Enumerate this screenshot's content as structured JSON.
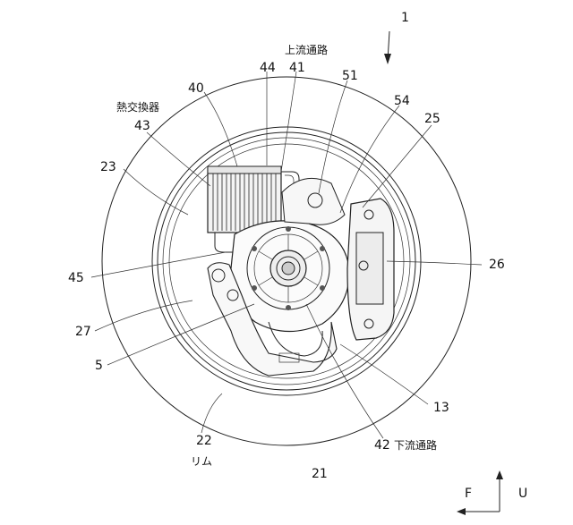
{
  "figure": {
    "ref_main": "1",
    "labels": {
      "upstream_passage": "上流通路",
      "heat_exchanger": "熱交換器",
      "downstream_passage": "下流通路",
      "rim": "リム"
    },
    "refs": {
      "r40": "40",
      "r41": "41",
      "r43": "43",
      "r44": "44",
      "r51": "51",
      "r54": "54",
      "r25": "25",
      "r23": "23",
      "r26": "26",
      "r45": "45",
      "r27": "27",
      "r5": "5",
      "r13": "13",
      "r42": "42",
      "r22": "22",
      "r21": "21"
    },
    "axes": {
      "front": "F",
      "up": "U"
    }
  }
}
